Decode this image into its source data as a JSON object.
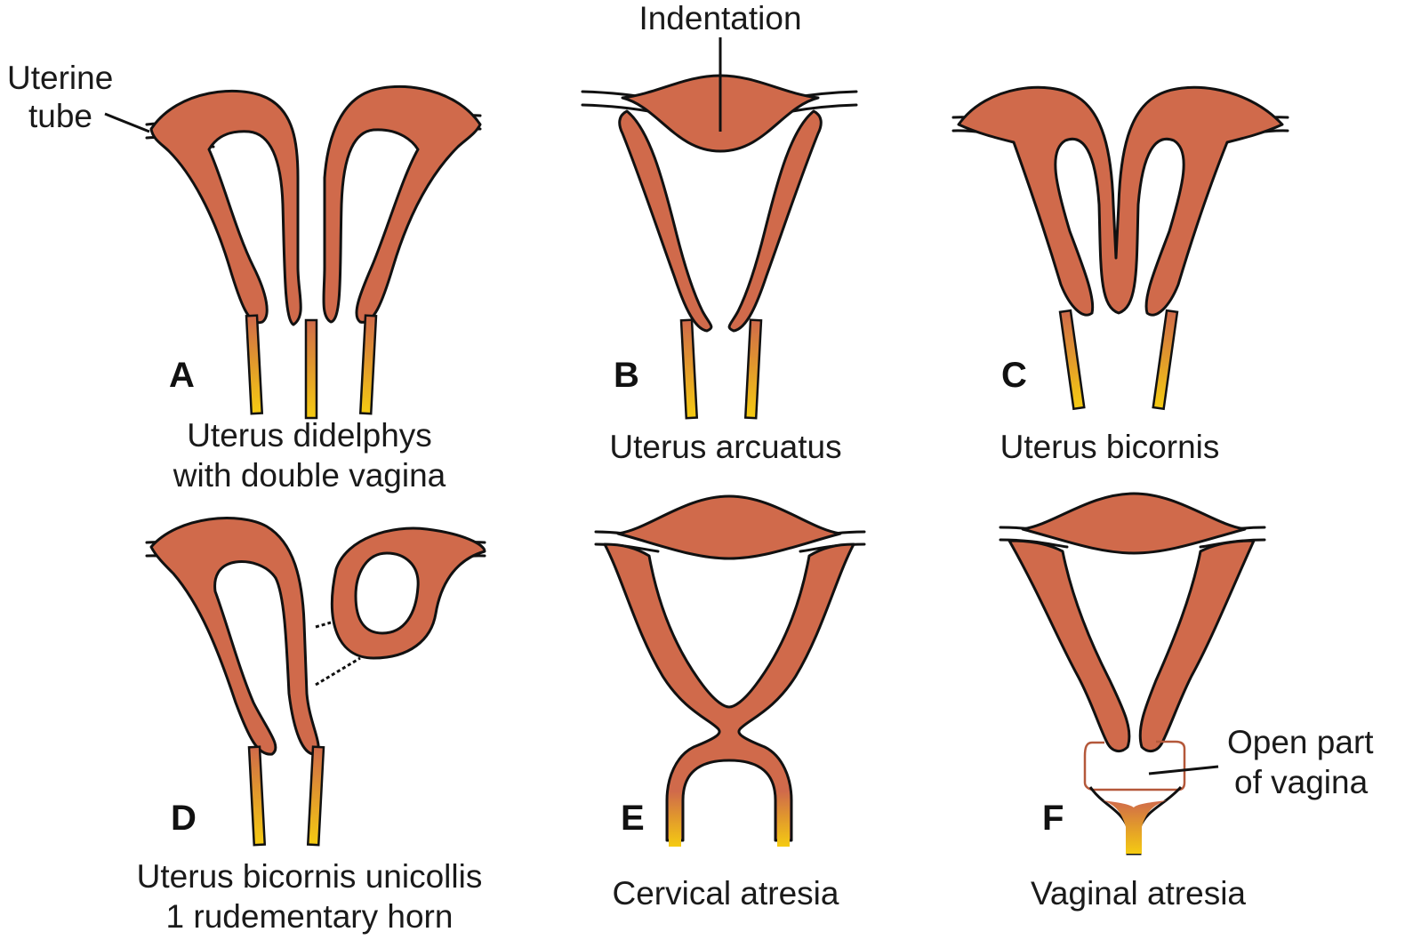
{
  "colors": {
    "tissue": "#d06a4b",
    "outline": "#111111",
    "vagina": "#f2c618",
    "background": "#ffffff"
  },
  "labels": {
    "uterine_tube_1": "Uterine",
    "uterine_tube_2": "tube",
    "indentation": "Indentation",
    "open_part_1": "Open part",
    "open_part_2": "of vagina"
  },
  "panels": [
    {
      "letter": "A",
      "caption_1": "Uterus didelphys",
      "caption_2": "with double vagina"
    },
    {
      "letter": "B",
      "caption_1": "Uterus arcuatus"
    },
    {
      "letter": "C",
      "caption_1": "Uterus bicornis"
    },
    {
      "letter": "D",
      "caption_1": "Uterus bicornis unicollis",
      "caption_2": "1 rudementary horn"
    },
    {
      "letter": "E",
      "caption_1": "Cervical atresia"
    },
    {
      "letter": "F",
      "caption_1": "Vaginal atresia"
    }
  ]
}
